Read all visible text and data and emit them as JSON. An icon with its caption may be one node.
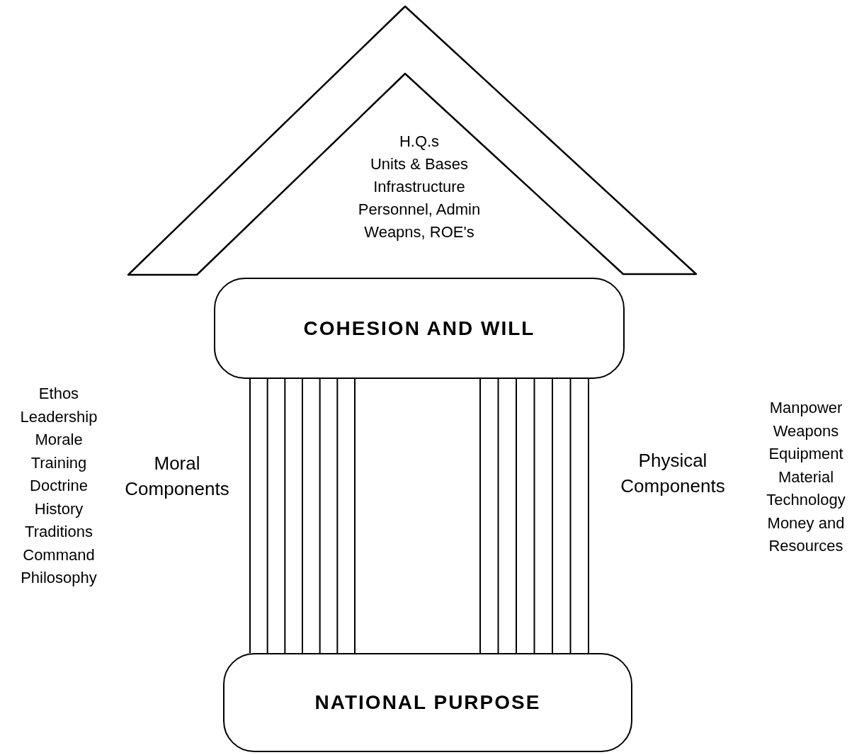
{
  "diagram": {
    "nodes": [
      {
        "text": [
          "H.Q.s",
          "Units & Bases",
          "Infrastructure",
          "Personnel, Admin",
          "Weapns, ROE's"
        ]
      },
      {
        "text": [
          "COHESION AND WILL"
        ]
      },
      {
        "text": [],
        "shape": "column",
        "beside": [
          "Moral Components",
          "Ethos",
          "Leadership",
          "Morale",
          "Training",
          "Doctrine",
          "History",
          "Traditions",
          "Command Philosophy"
        ]
      },
      {
        "text": [],
        "shape": "column",
        "beside": [
          "Physical Components",
          "Manpower",
          "Weapons",
          "Equipment",
          "Material",
          "Technology",
          "Money and Resources"
        ]
      },
      {
        "text": [
          "NATIONAL PURPOSE"
        ]
      }
    ]
  }
}
